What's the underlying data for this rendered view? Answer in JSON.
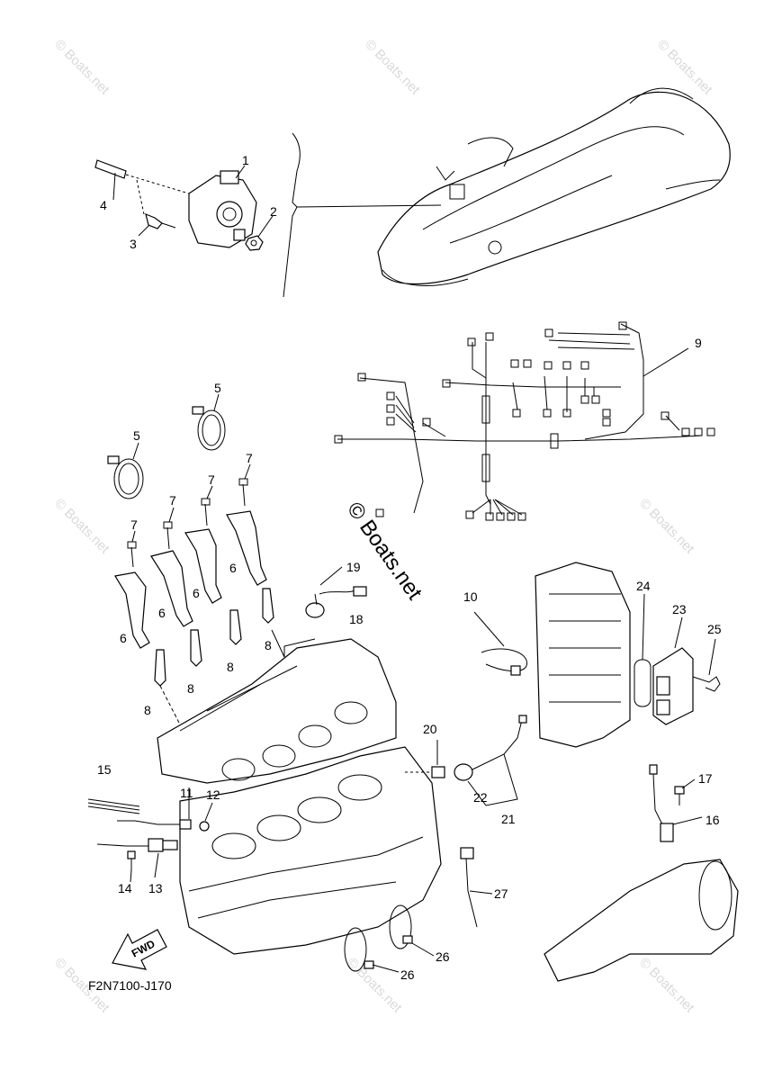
{
  "diagram": {
    "part_code": "F2N7100-J170",
    "watermark_text": "© Boats.net",
    "center_watermark": "© Boats.net",
    "fwd_label": "FWD",
    "callouts": [
      "1",
      "2",
      "3",
      "4",
      "5",
      "5",
      "6",
      "6",
      "6",
      "6",
      "7",
      "7",
      "7",
      "7",
      "8",
      "8",
      "8",
      "8",
      "9",
      "10",
      "11",
      "12",
      "13",
      "14",
      "15",
      "16",
      "17",
      "18",
      "19",
      "20",
      "21",
      "22",
      "23",
      "24",
      "25",
      "26",
      "26",
      "27"
    ]
  }
}
